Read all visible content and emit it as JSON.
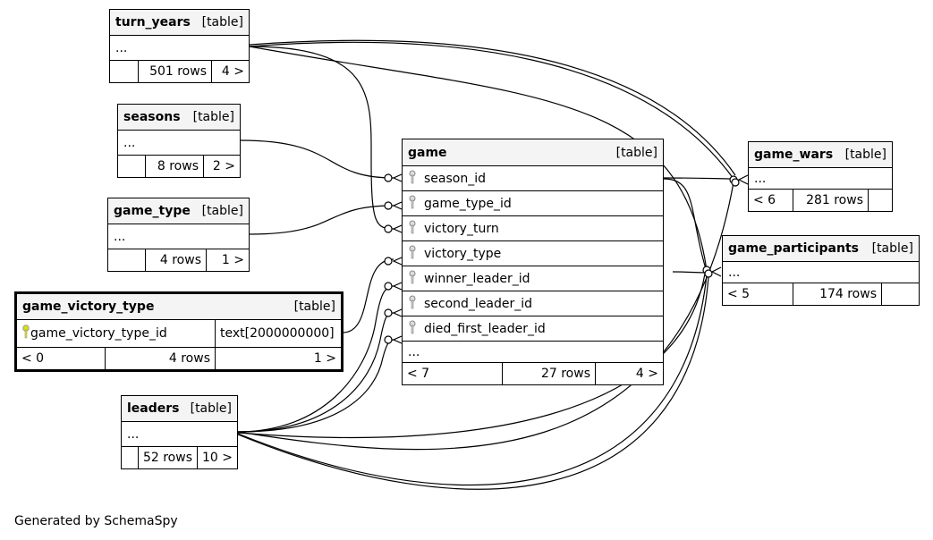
{
  "footer": "Generated by SchemaSpy",
  "tables": {
    "turn_years": {
      "name": "turn_years",
      "kind": "[table]",
      "body": "...",
      "parents": "",
      "rows": "501 rows",
      "children": "4 >"
    },
    "seasons": {
      "name": "seasons",
      "kind": "[table]",
      "body": "...",
      "parents": "",
      "rows": "8 rows",
      "children": "2 >"
    },
    "game_type": {
      "name": "game_type",
      "kind": "[table]",
      "body": "...",
      "parents": "",
      "rows": "4 rows",
      "children": "1 >"
    },
    "game_victory_type": {
      "name": "game_victory_type",
      "kind": "[table]",
      "column": "game_victory_type_id",
      "column_type": "text[2000000000]",
      "parents": "< 0",
      "rows": "4 rows",
      "children": "1 >"
    },
    "leaders": {
      "name": "leaders",
      "kind": "[table]",
      "body": "...",
      "parents": "",
      "rows": "52 rows",
      "children": "10 >"
    },
    "game": {
      "name": "game",
      "kind": "[table]",
      "columns": [
        "season_id",
        "game_type_id",
        "victory_turn",
        "victory_type",
        "winner_leader_id",
        "second_leader_id",
        "died_first_leader_id"
      ],
      "body": "...",
      "parents": "< 7",
      "rows": "27 rows",
      "children": "4 >"
    },
    "game_wars": {
      "name": "game_wars",
      "kind": "[table]",
      "body": "...",
      "parents": "< 6",
      "rows": "281 rows",
      "children": ""
    },
    "game_participants": {
      "name": "game_participants",
      "kind": "[table]",
      "body": "...",
      "parents": "< 5",
      "rows": "174 rows",
      "children": ""
    }
  }
}
